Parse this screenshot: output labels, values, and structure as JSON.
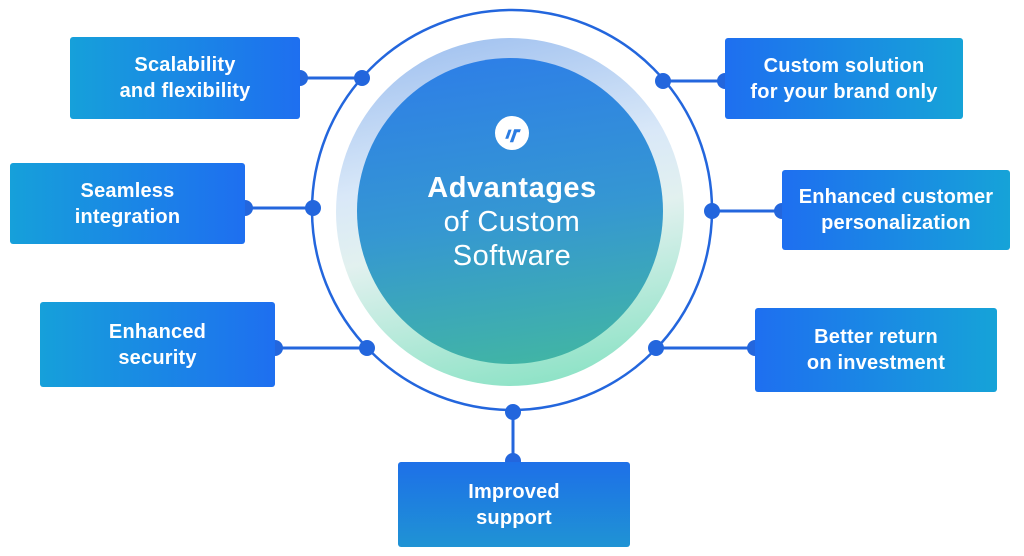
{
  "center": {
    "title_line1": "Advantages",
    "title_line2": "of Custom",
    "title_line3": "Software"
  },
  "boxes": [
    {
      "id": "scalability",
      "line1": "Scalability",
      "line2": "and flexibility"
    },
    {
      "id": "seamless-integration",
      "line1": "Seamless",
      "line2": "integration"
    },
    {
      "id": "enhanced-security",
      "line1": "Enhanced",
      "line2": "security"
    },
    {
      "id": "custom-solution",
      "line1": "Custom solution",
      "line2": "for your brand only"
    },
    {
      "id": "customer-personalization",
      "line1": "Enhanced customer",
      "line2": "personalization"
    },
    {
      "id": "better-roi",
      "line1": "Better return",
      "line2": "on investment"
    },
    {
      "id": "improved-support",
      "line1": "Improved",
      "line2": "support"
    }
  ],
  "icons": {
    "logo": "company-logo-icon"
  },
  "colors": {
    "connector_blue": "#2366dd",
    "box_blue": "#1e6ff0",
    "box_cyan": "#16a0da",
    "disc_gradient_top": "#2e80e6",
    "disc_gradient_bottom": "#41b4a6",
    "ring_gradient_top": "#a3c3f0",
    "ring_gradient_bottom": "#8be2c5",
    "text": "#ffffff",
    "background": "#ffffff"
  }
}
